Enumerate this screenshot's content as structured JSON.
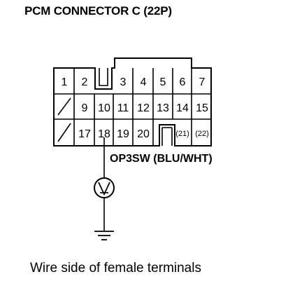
{
  "title": "PCM CONNECTOR C (22P)",
  "wire_label": "OP3SW (BLU/WHT)",
  "caption": "Wire side of female terminals",
  "meter_symbol": "V",
  "terminals": {
    "row1": [
      "1",
      "2",
      "3",
      "4",
      "5",
      "6",
      "7"
    ],
    "row2": [
      "9",
      "10",
      "11",
      "12",
      "13",
      "14",
      "15"
    ],
    "row3": [
      "17",
      "18",
      "19",
      "20",
      "(21)",
      "(22)"
    ]
  },
  "icons": [
    "voltmeter-icon",
    "ground-icon"
  ]
}
